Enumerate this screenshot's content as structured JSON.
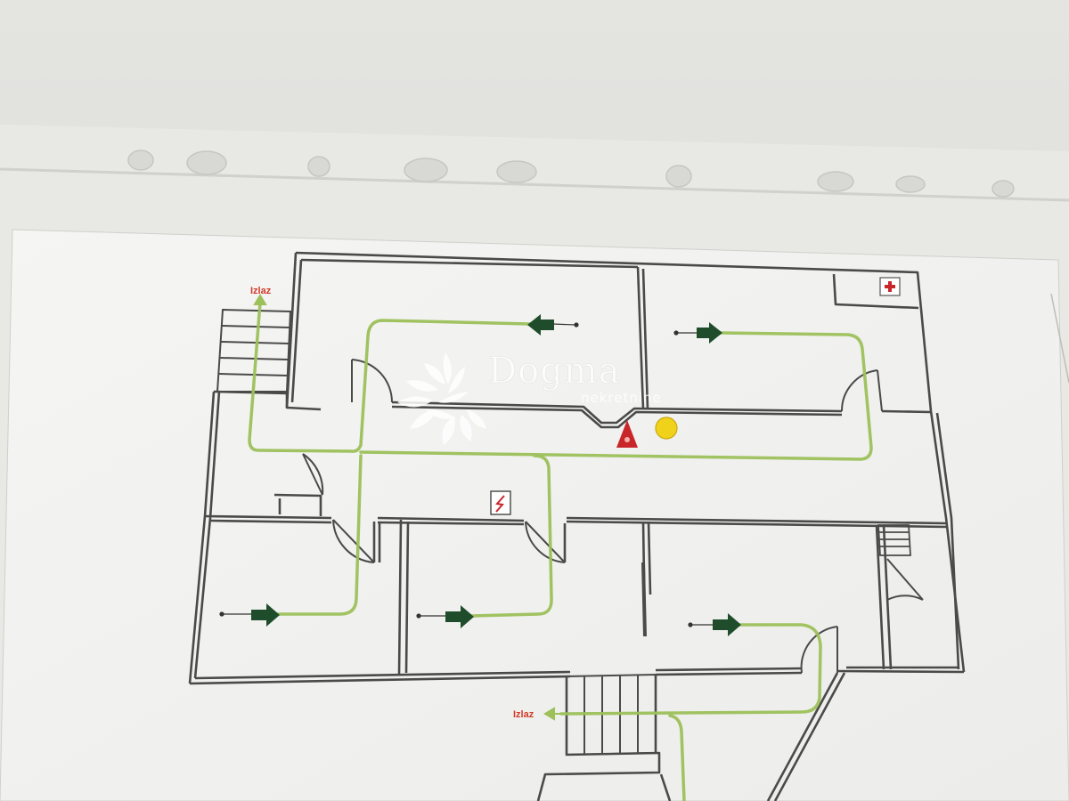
{
  "floorplan": {
    "exit_label_top": "Izlaz",
    "exit_label_bottom": "Izlaz"
  },
  "watermark": {
    "brand": "Dogma",
    "sub": "nekretnine"
  },
  "icons": {
    "first_aid": "first-aid-icon",
    "extinguisher": "fire-extinguisher-icon",
    "electrical": "electrical-hazard-icon",
    "assembly": "assembly-point-icon",
    "exit_arrow": "exit-arrow-icon"
  },
  "colors": {
    "route": "#9cc05a",
    "arrow": "#1f4d2c",
    "wall": "#4a4a4a",
    "exit_text": "#d23a2a",
    "extinguisher": "#c8262a",
    "assembly": "#f1d21b",
    "first_aid": "#c8262a",
    "sheet": "#f3f3f0",
    "sleeve": "#e9e9e6"
  }
}
